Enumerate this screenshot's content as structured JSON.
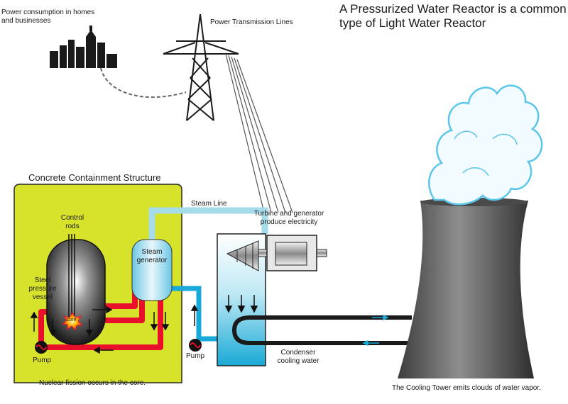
{
  "title": "A Pressurized Water Reactor is a common type of Light Water Reactor",
  "labels": {
    "power_consumption": "Power consumption in homes and businesses",
    "transmission_lines": "Power Transmission Lines",
    "containment": "Concrete Containment Structure",
    "steam_line": "Steam Line",
    "turbine": "Turbine and generator produce electricity",
    "control_rods": "Control rods",
    "steam_generator": "Steam generator",
    "pressure_vessel": "Steel pressure vessel",
    "core": "core",
    "pump_left": "Pump",
    "pump_mid": "Pump",
    "condenser": "Condenser cooling water",
    "fission_note": "Nuclear fission occurs in the core.",
    "cooling_tower_note": "The Cooling Tower emits clouds of water vapor."
  },
  "colors": {
    "containment_fill": "#d7e32a",
    "hot_loop": "#e8102a",
    "steam_line": "#a6dcea",
    "cooling_water": "#19a9d8",
    "tower": "#6f6f6f",
    "steam_cloud": "#f2fbff"
  }
}
